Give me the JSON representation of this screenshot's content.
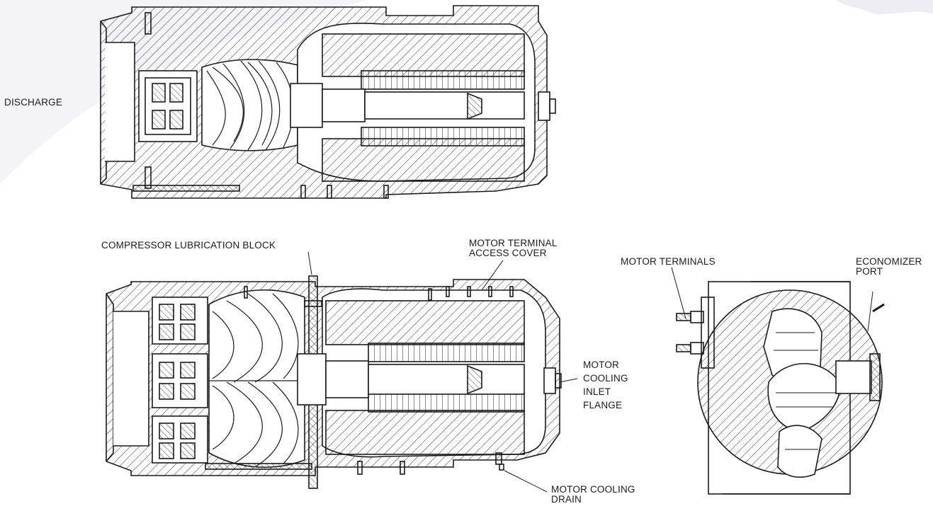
{
  "labels": {
    "discharge": "DISCHARGE",
    "lubrication_block": "COMPRESSOR LUBRICATION BLOCK",
    "terminal_cover": "MOTOR TERMINAL\nACCESS COVER",
    "motor_terminals": "MOTOR TERMINALS",
    "economizer_port": "ECONOMIZER\nPORT",
    "cooling_inlet": "MOTOR\nCOOLING\nINLET\nFLANGE",
    "cooling_drain": "MOTOR COOLING\nDRAIN"
  },
  "colors": {
    "line": "#1a1a1a",
    "watermark": "#e9e9ef"
  }
}
